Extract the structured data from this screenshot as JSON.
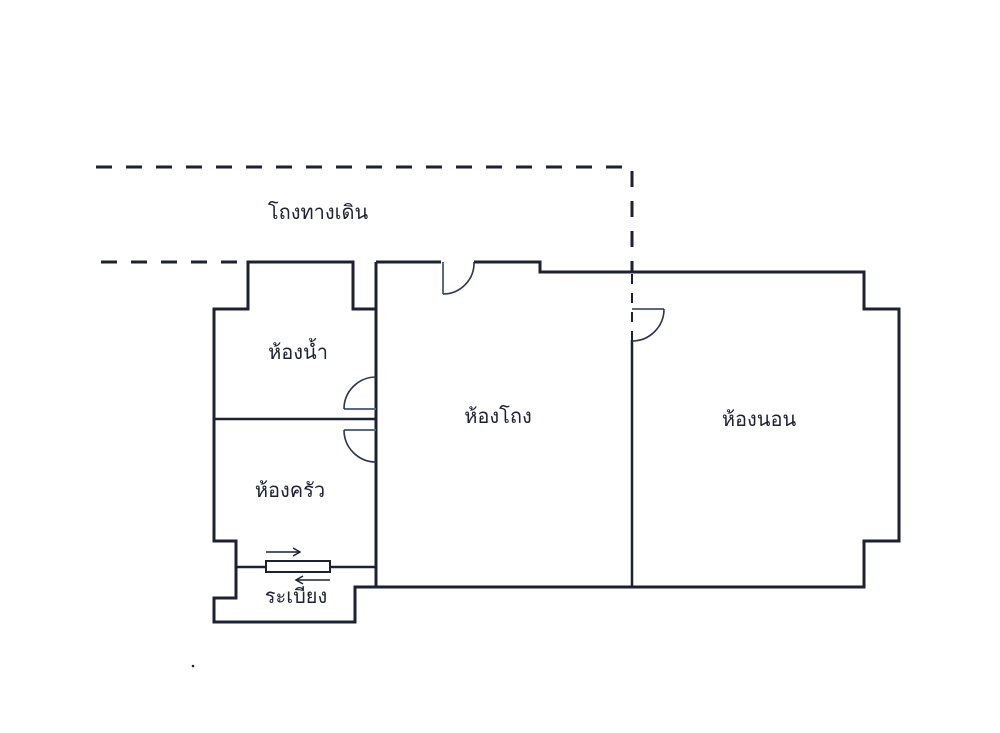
{
  "rooms": {
    "corridor": "โถงทางเดิน",
    "bathroom": "ห้องน้ำ",
    "kitchen": "ห้องครัว",
    "balcony": "ระเบียง",
    "living": "ห้องโถง",
    "bedroom": "ห้องนอน"
  },
  "colors": {
    "wall": "#1c2233",
    "background": "#ffffff",
    "door": "#5a6a86"
  }
}
